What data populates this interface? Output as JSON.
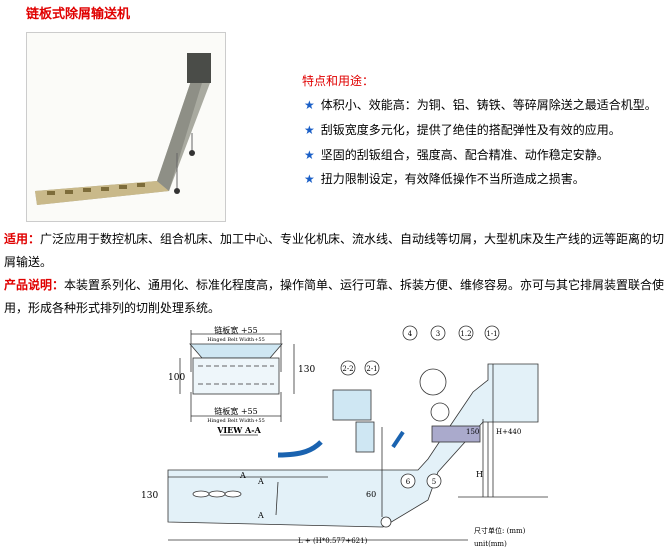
{
  "title": "链板式除屑输送机",
  "features": {
    "heading": "特点和用途：",
    "items": [
      "体积小、效能高：为铜、铝、铸铁、等碎屑除送之最适合机型。",
      "刮钣宽度多元化，提供了绝佳的搭配弹性及有效的应用。",
      "坚固的刮钣组合，强度高、配合精准、动作稳定安静。",
      "扭力限制设定，有效降低操作不当所造成之损害。"
    ]
  },
  "application": {
    "label": "适用：",
    "text": "广泛应用于数控机床、组合机床、加工中心、专业化机床、流水线、自动线等切屑，大型机床及生产线的远等距离的切屑输送。"
  },
  "description": {
    "label": "产品说明：",
    "text": "本装置系列化、通用化、标准化程度高，操作简单、运行可靠、拆装方便、维修容易。亦可与其它排屑装置联合使用，形成各种形式排列的切削处理系统。"
  },
  "diagram": {
    "view_top_label": "链板宽 +55",
    "view_top_sub": "Hinged Belt Width+55",
    "view_bottom_label": "链板宽 +55",
    "view_bottom_sub": "Hinged Belt Width+55",
    "dim_100": "100",
    "dim_130_view": "130",
    "view_caption": "VIEW A-A",
    "parts": [
      "4",
      "3",
      "1.2",
      "1-1",
      "2-2",
      "2-1",
      "6",
      "5"
    ],
    "dim_150": "150",
    "dim_h440": "H+440",
    "dim_h": "H",
    "dim_60": "60",
    "dim_130": "130",
    "dim_a": "A",
    "section_a1": "A",
    "section_a2": "A",
    "dim_length": "L + (H*0.577+621)",
    "unit_cn": "尺寸单位: (mm)",
    "unit_en": "unit(mm)"
  },
  "colors": {
    "accent_red": "#e00000",
    "star_blue": "#1a5fc7"
  }
}
